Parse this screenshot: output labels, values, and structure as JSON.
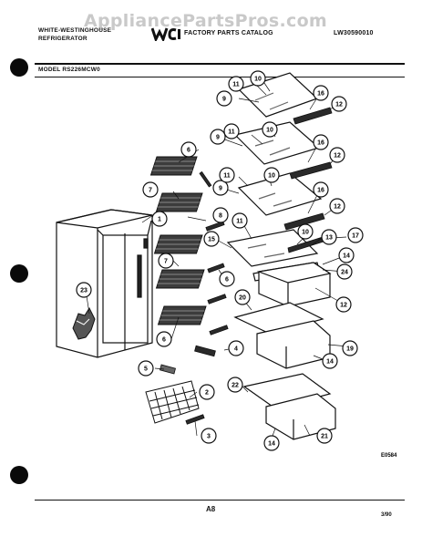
{
  "watermark": "AppliancePartsPros.com",
  "header": {
    "brand_line1": "WHITE-WESTINGHOUSE",
    "brand_line2": "REFRIGERATOR",
    "catalog_title": "FACTORY PARTS CATALOG",
    "doc_number": "LW30590010"
  },
  "model_label": "MODEL RS226MCW0",
  "drawing_number": "E0584",
  "footer": {
    "page_code": "A8",
    "date": "3/90"
  },
  "callouts": [
    "1",
    "2",
    "3",
    "4",
    "5",
    "6",
    "7",
    "8",
    "9",
    "10",
    "11",
    "12",
    "13",
    "14",
    "15",
    "16",
    "17",
    "19",
    "20",
    "21",
    "22",
    "23",
    "24"
  ]
}
